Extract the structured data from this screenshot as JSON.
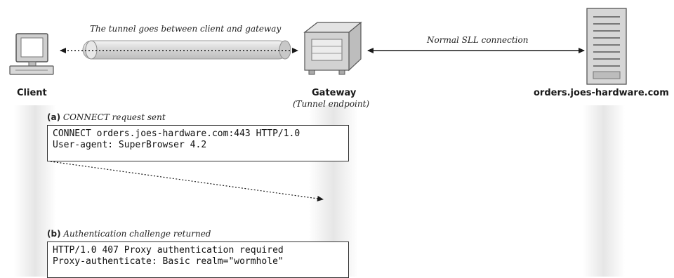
{
  "nodes": {
    "client": {
      "label": "Client"
    },
    "gateway": {
      "label": "Gateway",
      "sublabel": "(Tunnel endpoint)"
    },
    "server": {
      "label": "orders.joes-hardware.com"
    }
  },
  "links": {
    "tunnel_caption": "The tunnel goes between client and gateway",
    "ssl_caption": "Normal SLL connection"
  },
  "steps": [
    {
      "letter": "(a)",
      "title": "CONNECT request sent",
      "lines": [
        "CONNECT orders.joes-hardware.com:443 HTTP/1.0",
        "User-agent: SuperBrowser 4.2"
      ]
    },
    {
      "letter": "(b)",
      "title": "Authentication challenge returned",
      "lines": [
        "HTTP/1.0 407 Proxy authentication required",
        "Proxy-authenticate: Basic realm=\"wormhole\""
      ]
    }
  ],
  "colors": {
    "lane_shade": "#e9e9e9",
    "tunnel_body": "#dcdcdc",
    "ink": "#1a1a1a"
  }
}
